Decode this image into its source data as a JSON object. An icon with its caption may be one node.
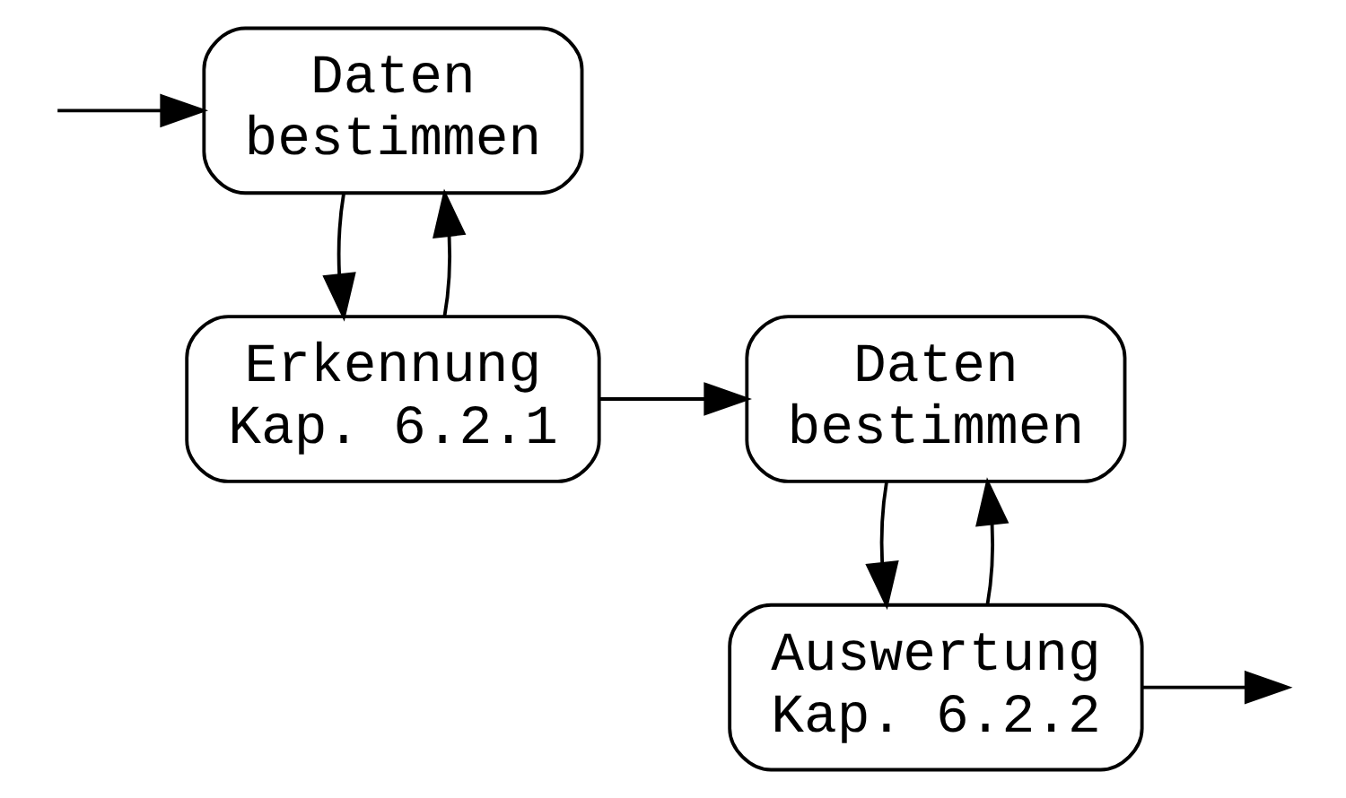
{
  "diagram": {
    "nodes": [
      {
        "text": [
          "Daten bestimmen"
        ]
      },
      {
        "text": [
          "Erkennung",
          "Kap. 6.2.1"
        ]
      },
      {
        "text": [
          "Daten bestimmen"
        ]
      },
      {
        "text": [
          "Auswertung",
          "Kap. 6.2.2"
        ]
      }
    ],
    "edges": [
      {
        "from": null,
        "to": 0,
        "arrow": "to"
      },
      {
        "from": 0,
        "to": 1,
        "arrow": "to"
      },
      {
        "from": 1,
        "to": 0,
        "arrow": "to"
      },
      {
        "from": 1,
        "to": 2,
        "arrow": "to"
      },
      {
        "from": 2,
        "to": 3,
        "arrow": "to"
      },
      {
        "from": 3,
        "to": 2,
        "arrow": "to"
      },
      {
        "from": 3,
        "to": null,
        "arrow": "to"
      }
    ]
  }
}
